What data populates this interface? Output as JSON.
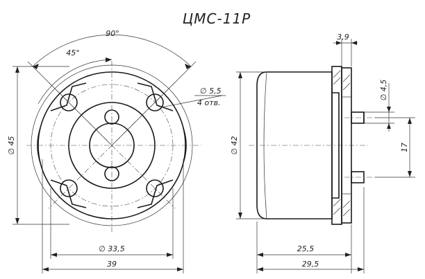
{
  "title": "ЦМС-11Р",
  "front_view": {
    "angle_90": "90°",
    "angle_45": "45°",
    "hole_dia": "∅ 5,5",
    "hole_count": "4 отв.",
    "outer_dia": "∅ 45",
    "circle_dia": "∅ 33,5",
    "width": "39"
  },
  "side_view": {
    "flange_thk": "3,9",
    "pin_dia": "∅ 4,5",
    "body_dia": "∅ 42",
    "pin_spacing": "17",
    "body_len": "25,5",
    "total_len": "29,5"
  }
}
